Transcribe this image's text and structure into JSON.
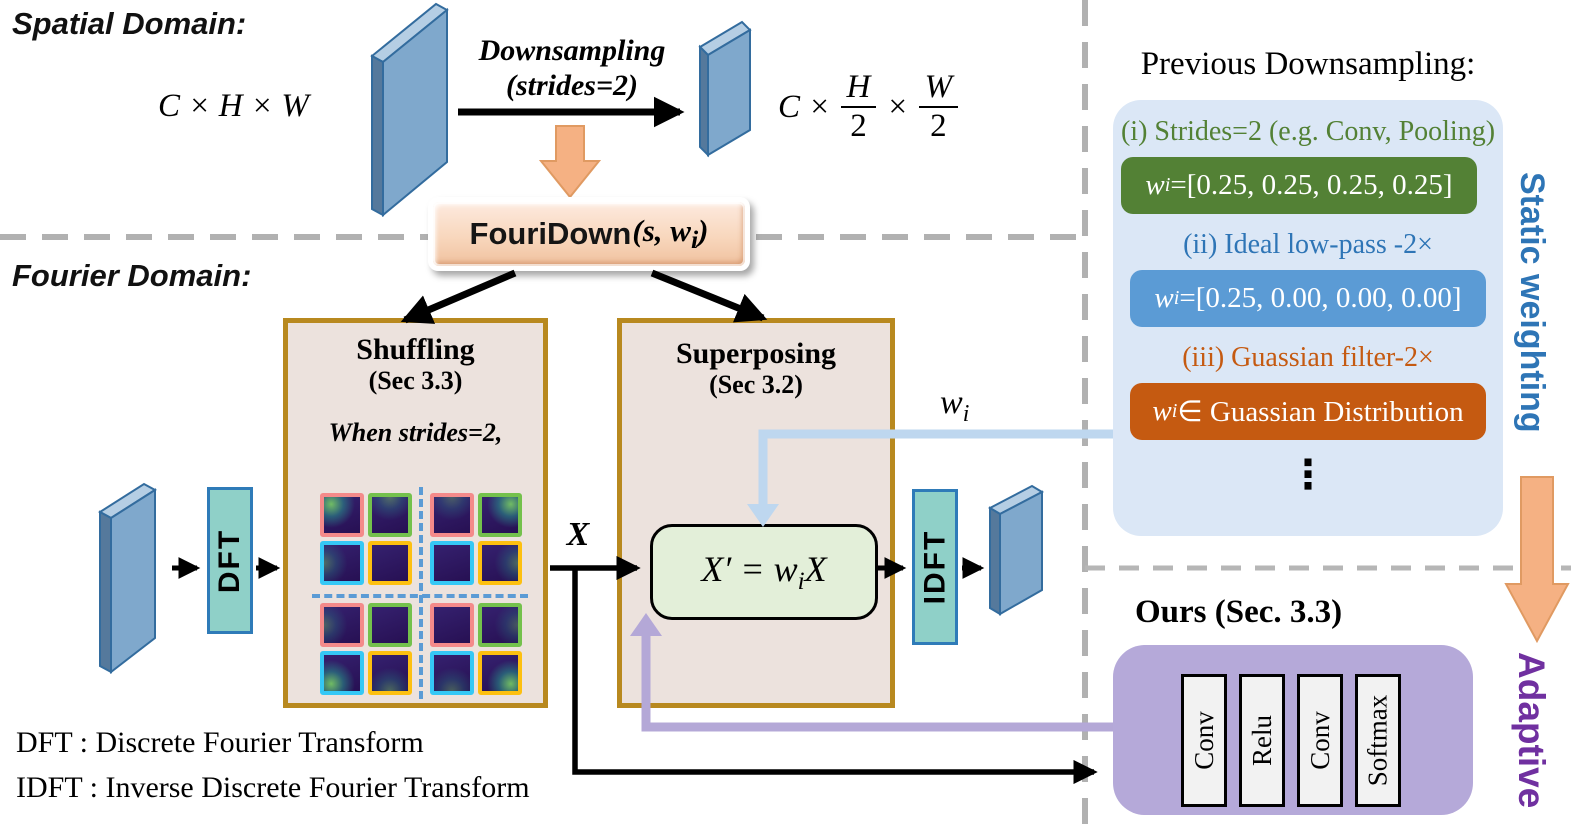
{
  "colors": {
    "gold_border": "#b8891f",
    "panel_beige": "#ece2dd",
    "peach_arrow": "#f5b183",
    "teal_box": "#8fd0c8",
    "teal_border": "#2f7bb8",
    "slab_blue": "#7fa8cc",
    "light_blue_line": "#bed7ef",
    "lavender_line": "#b4a8d7",
    "prev_panel_bg": "#dbe7f6",
    "green": "#538135",
    "mid_blue": "#5b9bd5",
    "blue_label": "#2e75b6",
    "orange": "#c55a11",
    "purple_panel": "#b5a9d9",
    "adaptive_purple": "#7030a0",
    "dash_gray": "#b1b1b1",
    "formula_bg": "#e3efd9",
    "grid_pink": "#f48a8a",
    "grid_green": "#74c14c",
    "grid_cyan": "#35c8f5",
    "grid_yellow": "#fdc010"
  },
  "spatial": {
    "label": "Spatial Domain:",
    "dims_in": "C × H × W",
    "downsample_title": "Downsampling",
    "downsample_sub": "(strides=2)",
    "dims_out": {
      "pre": "C ×",
      "frac1_num": "H",
      "frac1_den": "2",
      "times": "×",
      "frac2_num": "W",
      "frac2_den": "2"
    }
  },
  "fouridown": {
    "name": "FouriDown",
    "args_pre": "(s, w",
    "args_sub": "i",
    "args_post": ")"
  },
  "fourier": {
    "label": "Fourier Domain:",
    "dft": "DFT",
    "idft": "IDFT",
    "x_label": "X",
    "wi_top": {
      "base": "w",
      "sub": "i"
    },
    "wi_bottom": {
      "base": "w",
      "sub": "i"
    },
    "shuffling": {
      "title": "Shuffling",
      "sec": "(Sec 3.3)",
      "note": "When strides=2,",
      "cells": [
        {
          "border": "grid_pink",
          "glow": "tl",
          "s": 1.0
        },
        {
          "border": "grid_green",
          "glow": "t",
          "s": 0.5
        },
        {
          "border": "grid_pink",
          "glow": "t",
          "s": 0.4
        },
        {
          "border": "grid_green",
          "glow": "tr",
          "s": 1.0
        },
        {
          "border": "grid_cyan",
          "glow": "l",
          "s": 0.5
        },
        {
          "border": "grid_yellow",
          "glow": "none",
          "s": 0
        },
        {
          "border": "grid_cyan",
          "glow": "none",
          "s": 0
        },
        {
          "border": "grid_yellow",
          "glow": "r",
          "s": 0.5
        },
        {
          "border": "grid_pink",
          "glow": "l",
          "s": 0.45
        },
        {
          "border": "grid_green",
          "glow": "none",
          "s": 0
        },
        {
          "border": "grid_pink",
          "glow": "none",
          "s": 0
        },
        {
          "border": "grid_green",
          "glow": "r",
          "s": 0.4
        },
        {
          "border": "grid_cyan",
          "glow": "bl",
          "s": 1.0
        },
        {
          "border": "grid_yellow",
          "glow": "b",
          "s": 0.5
        },
        {
          "border": "grid_cyan",
          "glow": "b",
          "s": 0.45
        },
        {
          "border": "grid_yellow",
          "glow": "br",
          "s": 1.0
        }
      ]
    },
    "superposing": {
      "title": "Superposing",
      "sec": "(Sec 3.2)",
      "formula": {
        "pre": "X′ = w",
        "sub": "i",
        "post": "X"
      }
    }
  },
  "legend": {
    "dft": "DFT : Discrete Fourier Transform",
    "idft": "IDFT : Inverse Discrete Fourier Transform"
  },
  "previous": {
    "heading": "Previous Downsampling:",
    "items": [
      {
        "label": "(i) Strides=2 (e.g. Conv, Pooling)",
        "label_color": "#538135",
        "box_color": "#538135",
        "box_base": "w",
        "box_sub": "i",
        "box_rest": "=[0.25, 0.25, 0.25, 0.25]"
      },
      {
        "label": "(ii) Ideal low-pass -2×",
        "label_color": "#2e75b6",
        "box_color": "#5b9bd5",
        "box_base": "w",
        "box_sub": "i",
        "box_rest": "=[0.25, 0.00, 0.00, 0.00]"
      },
      {
        "label": "(iii) Guassian filter-2×",
        "label_color": "#c55a11",
        "box_color": "#c55a11",
        "box_base": "w",
        "box_sub": "i",
        "box_rest": " ∈ Guassian Distribution"
      }
    ],
    "ellipsis": "⋮"
  },
  "side_labels": {
    "static": "Static weighting",
    "adaptive": "Adaptive"
  },
  "ours": {
    "heading": "Ours (Sec. 3.3)",
    "blocks": [
      "Conv",
      "Relu",
      "Conv",
      "Softmax"
    ]
  }
}
